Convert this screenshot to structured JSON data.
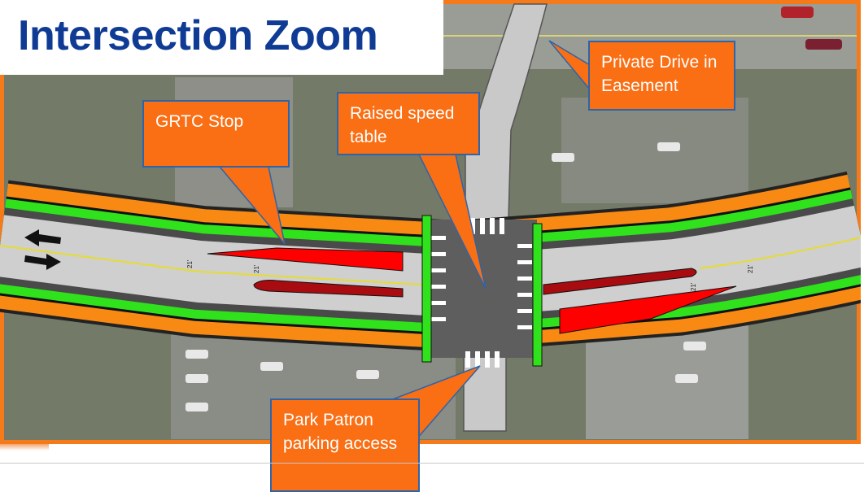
{
  "title": "Intersection Zoom",
  "callouts": {
    "grtc": "GRTC Stop",
    "speed_table": "Raised speed table",
    "private_drive": "Private Drive in Easement",
    "park_patron": "Park Patron parking access"
  },
  "map_labels": {
    "dim_left": "21'",
    "dim_mid": "21'",
    "dim_right1": "21'",
    "dim_right2": "21'"
  },
  "colors": {
    "accent": "#fa6e14",
    "title": "#0f3b94",
    "bike_lane": "#22e01e",
    "bus_island": "#ff0000"
  }
}
